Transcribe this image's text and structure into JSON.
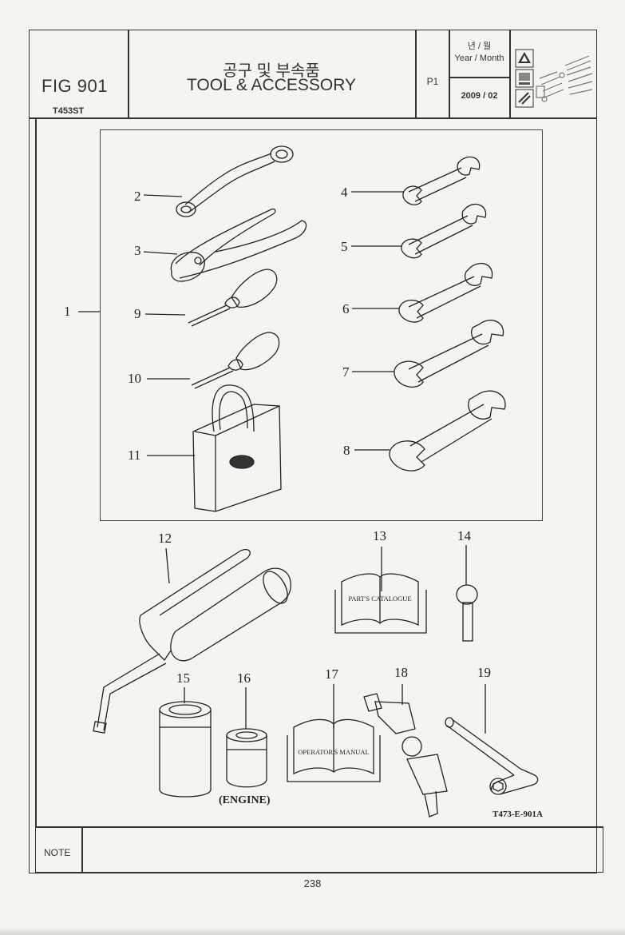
{
  "header": {
    "fig_label": "FIG 901",
    "model_code": "T453ST",
    "title_korean": "공구 및 부속품",
    "title_english": "TOOL & ACCESSORY",
    "page_code": "P1",
    "year_month_korean": "년 / 월",
    "year_month_english": "Year / Month",
    "date": "2009 / 02"
  },
  "callouts": {
    "c1": "1",
    "c2": "2",
    "c3": "3",
    "c4": "4",
    "c5": "5",
    "c6": "6",
    "c7": "7",
    "c8": "8",
    "c9": "9",
    "c10": "10",
    "c11": "11",
    "c12": "12",
    "c13": "13",
    "c14": "14",
    "c15": "15",
    "c16": "16",
    "c17": "17",
    "c18": "18",
    "c19": "19"
  },
  "book_labels": {
    "parts_catalogue": "PART'S CATALOGUE",
    "operators_manual": "OPERATOR'S MANUAL"
  },
  "engine_label": "(ENGINE)",
  "drawing_code": "T473-E-901A",
  "footer": {
    "note_label": "NOTE",
    "page_number": "238"
  }
}
